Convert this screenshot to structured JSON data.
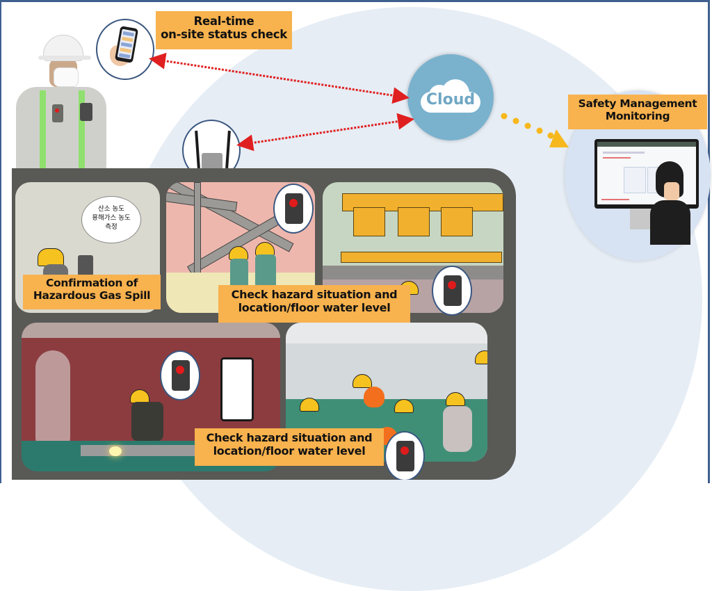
{
  "labels": {
    "realtime_check": [
      "Real-time",
      "on-site status check"
    ],
    "cloud": "Cloud",
    "safety_monitoring": [
      "Safety Management",
      "Monitoring"
    ],
    "gas_spill": [
      "Confirmation of",
      "Hazardous Gas Spill"
    ],
    "hazard_check_top": [
      "Check hazard situation and",
      "location/floor water level"
    ],
    "hazard_check_bottom": [
      "Check hazard situation and",
      "location/floor water level"
    ]
  },
  "speech_bubble": [
    "산소 농도",
    "용해가스 농도",
    "측정"
  ],
  "colors": {
    "label_bg": "#f8b24e",
    "cloud_circle": "#7ab2ce",
    "link_arrow": "#e02020",
    "data_arrow": "#f6b81c",
    "frame_border": "#3f5f8f"
  },
  "icons": {
    "phone": "smartphone-icon",
    "router": "wireless-router-icon",
    "sensor": "sensor-device-icon",
    "cloud": "cloud-icon",
    "monitor": "monitor-icon"
  }
}
